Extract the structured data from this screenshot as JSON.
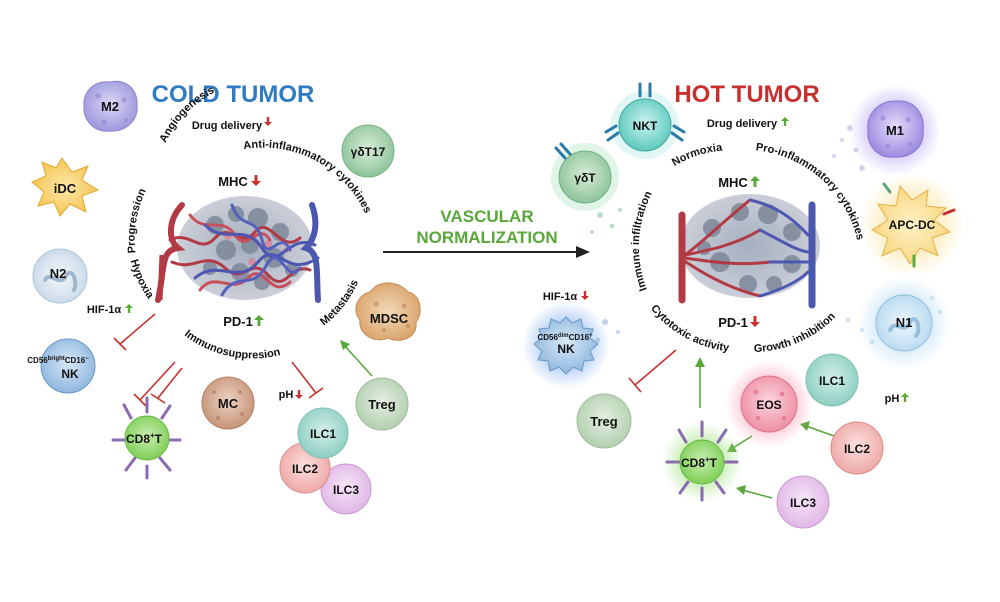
{
  "titles": {
    "cold": "COLD TUMOR",
    "hot": "HOT TUMOR",
    "arrow_top": "VASCULAR",
    "arrow_bottom": "NORMALIZATION"
  },
  "colors": {
    "cold_title": "#2f7cc4",
    "hot_title": "#c8302f",
    "arrow_text": "#58a83a",
    "up": "#58a83a",
    "down": "#c8302f"
  },
  "cold": {
    "drug_delivery": "Drug delivery",
    "mhc": "MHC",
    "pd1": "PD-1",
    "hif": "HIF-1α",
    "ph": "pH",
    "ring": {
      "angiogenesis": "Angiogenesis",
      "anti_inflammatory": "Anti-inflammatory cytokines",
      "progression": "Progression",
      "hypoxia": "Hypoxia",
      "immunosuppresion": "Immunosuppresion",
      "metastasis": "Metastasis"
    },
    "cells": {
      "m2": "M2",
      "idc": "iDC",
      "n2": "N2",
      "gdt17": "γδT17",
      "mdsc": "MDSC",
      "nk_pre": "CD56",
      "nk_sup1": "bright",
      "nk_mid": "CD16",
      "nk_sup2": "−",
      "nk": "NK",
      "cd8_pre": "CD8",
      "cd8_sup": "+",
      "cd8_post": "T",
      "mc": "MC",
      "ilc1": "ILC1",
      "ilc2": "ILC2",
      "ilc3": "ILC3",
      "treg": "Treg"
    }
  },
  "hot": {
    "drug_delivery": "Drug delivery",
    "mhc": "MHC",
    "pd1": "PD-1",
    "hif": "HIF-1α",
    "ph": "pH",
    "ring": {
      "normoxia": "Normoxia",
      "pro_inflammatory": "Pro-inflammatory cytokines",
      "immune_infiltration": "Immune infiltration",
      "cytotoxic": "Cytotoxic activity",
      "growth_inhibition": "Growth inhibition"
    },
    "cells": {
      "nkt": "NKT",
      "gdt": "γδT",
      "m1": "M1",
      "apc": "APC-DC",
      "n1": "N1",
      "nk_pre": "CD56",
      "nk_sup1": "dim",
      "nk_mid": "CD16",
      "nk_sup2": "+",
      "nk": "NK",
      "ilc1": "ILC1",
      "eos": "EOS",
      "ilc2": "ILC2",
      "ilc3": "ILC3",
      "treg": "Treg",
      "cd8_pre": "CD8",
      "cd8_sup": "+",
      "cd8_post": "T"
    }
  },
  "icons": {
    "up": "arrow-up-icon",
    "down": "arrow-down-icon",
    "inhibit": "inhibition-bar-icon",
    "stimulate": "arrowhead-icon"
  }
}
